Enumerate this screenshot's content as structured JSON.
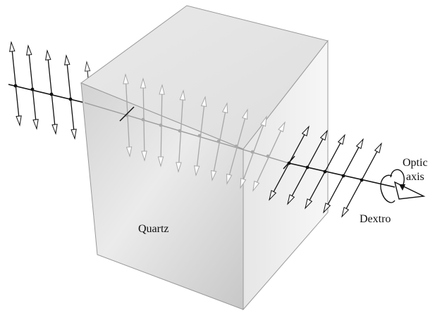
{
  "labels": {
    "crystal": "Quartz",
    "axis_line1": "Optic",
    "axis_line2": "axis",
    "rotation": "Dextro"
  },
  "colors": {
    "outside_vectors": "#111111",
    "inside_vectors": "#a8a8a8",
    "cube_front_light": "#f4f4f4",
    "cube_front_dark": "#b8b8b8",
    "cube_top": "#e4e4e4",
    "cube_side": "#ececec"
  },
  "icons": [
    "double-arrow-icon",
    "rotation-arrow-icon",
    "propagation-arrow-icon"
  ]
}
